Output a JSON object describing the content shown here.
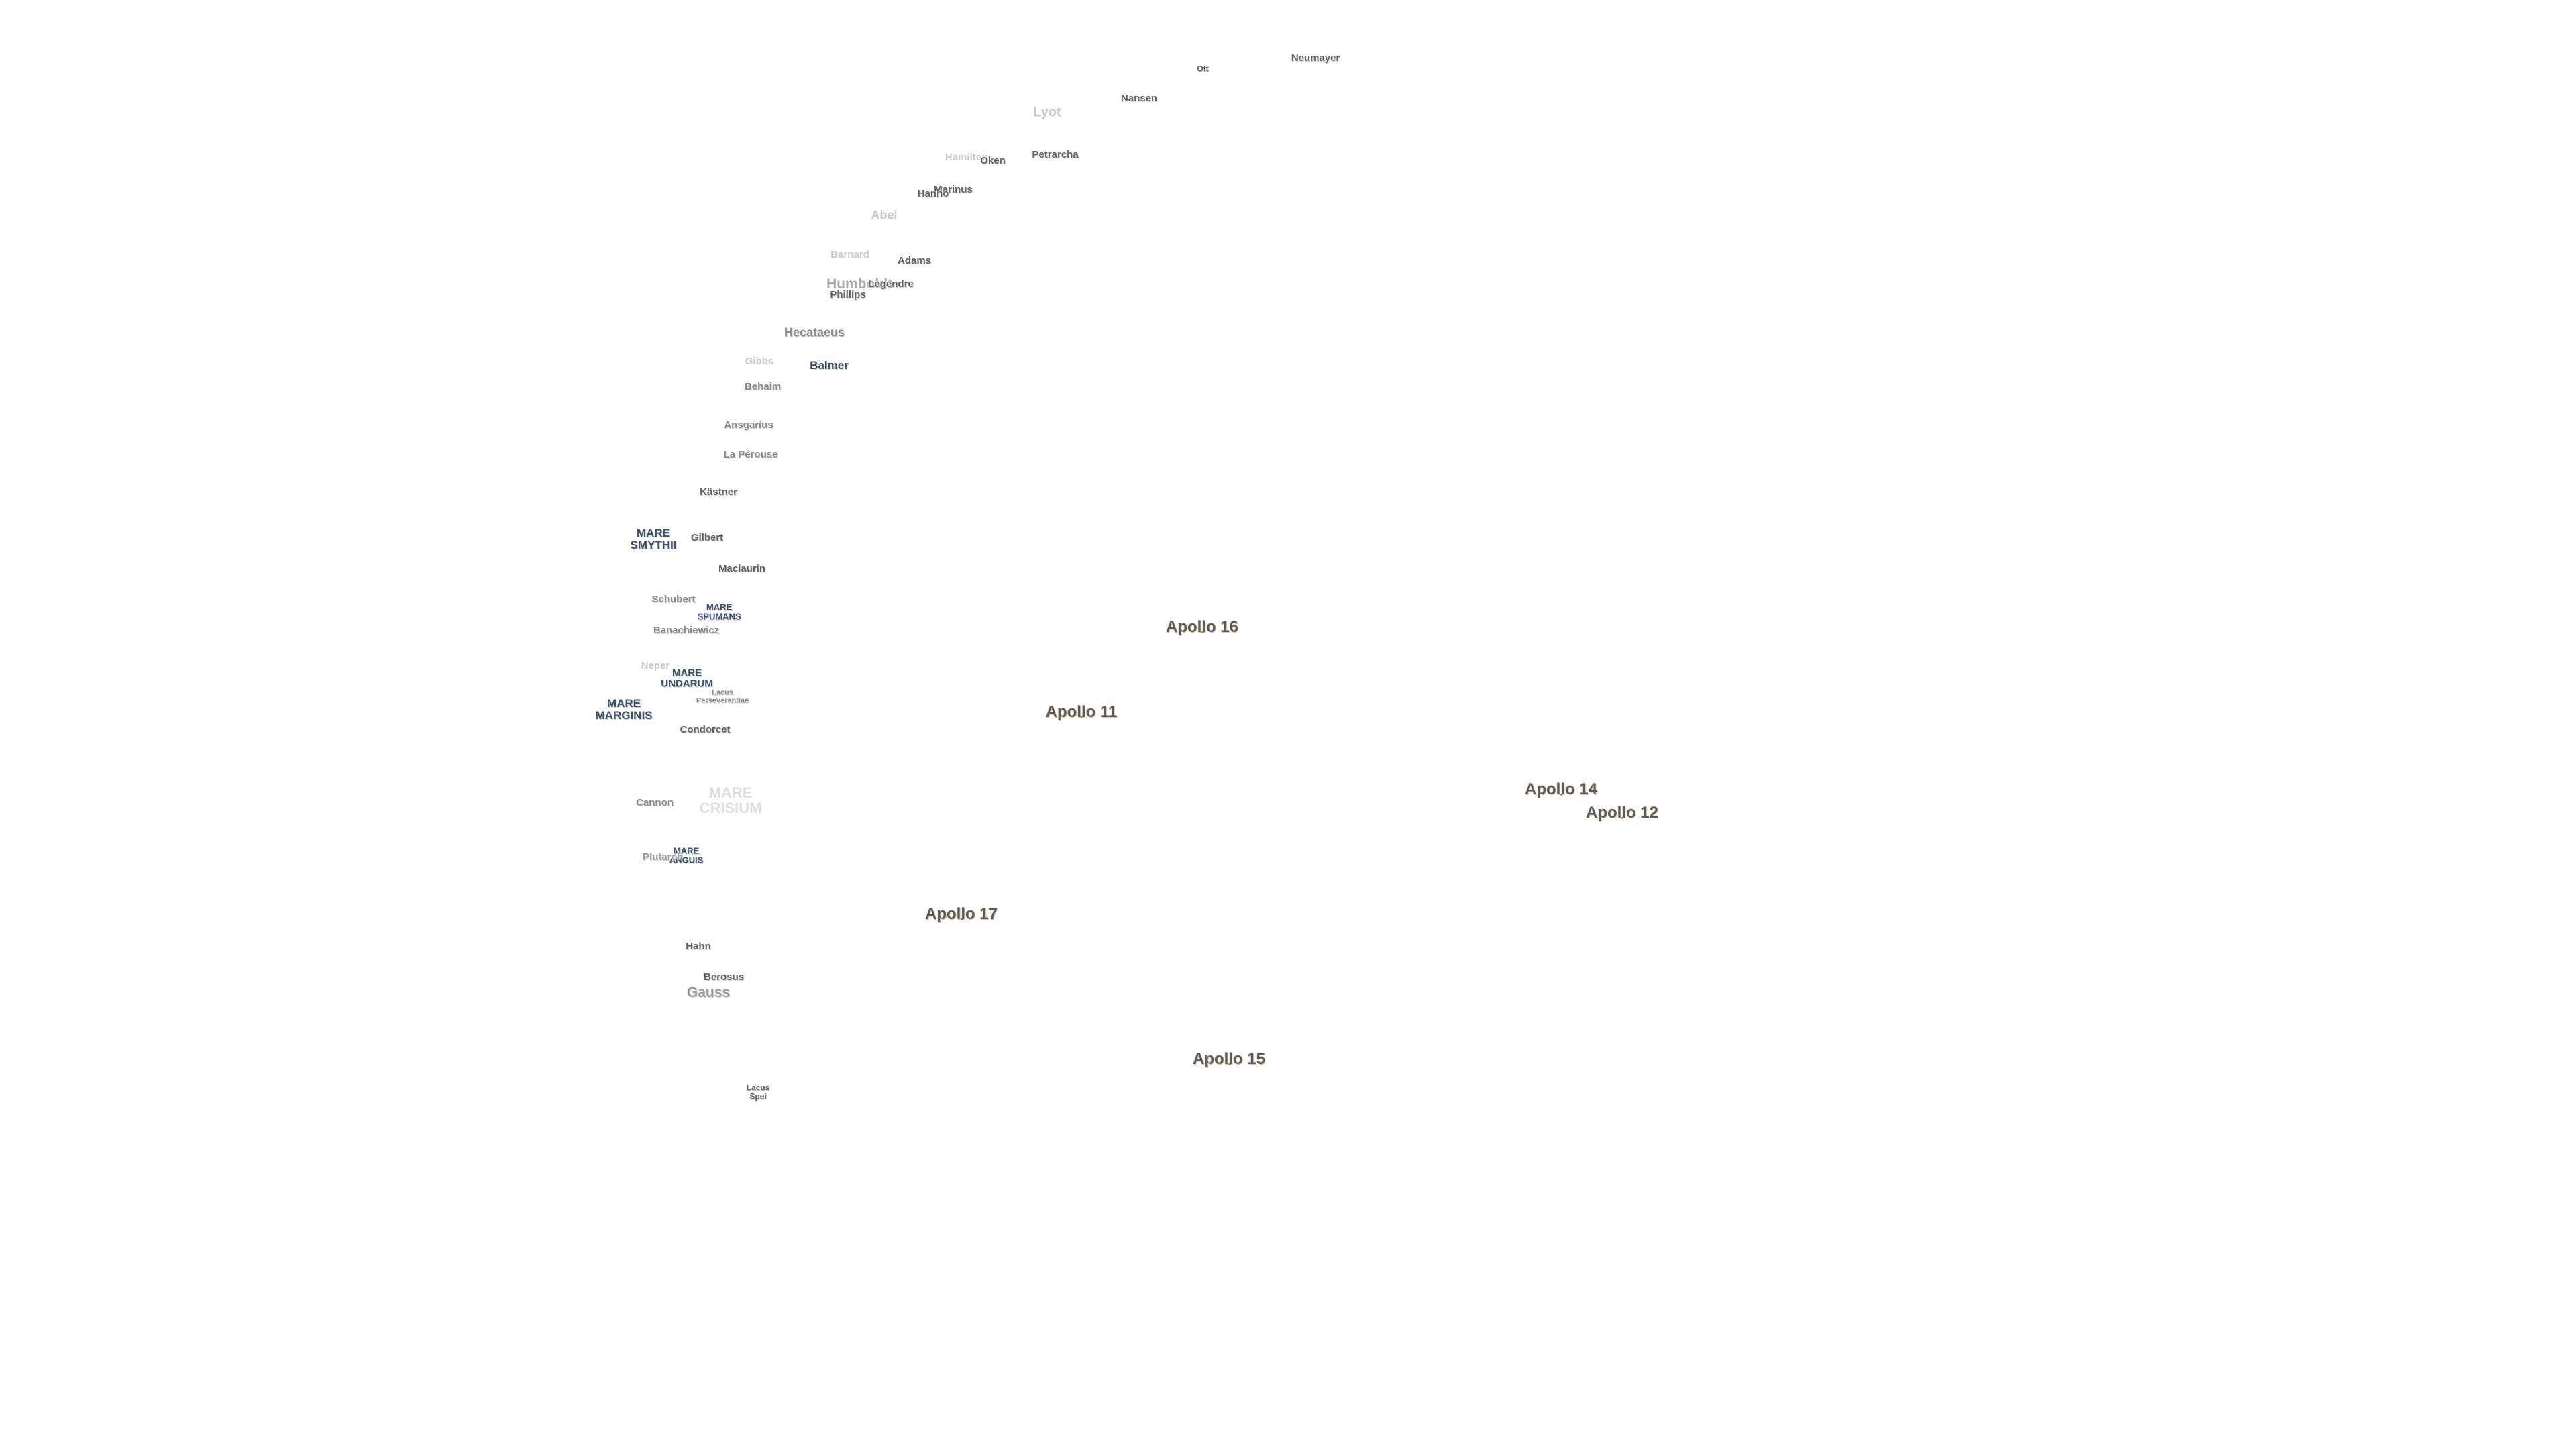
{
  "map": {
    "apollo_sites": [
      {
        "id": "apollo-16",
        "label": "Apollo 16"
      },
      {
        "id": "apollo-11",
        "label": "Apollo 11"
      },
      {
        "id": "apollo-14",
        "label": "Apollo 14"
      },
      {
        "id": "apollo-12",
        "label": "Apollo 12"
      },
      {
        "id": "apollo-17",
        "label": "Apollo 17"
      },
      {
        "id": "apollo-15",
        "label": "Apollo 15"
      }
    ],
    "maria": [
      {
        "id": "mare-smythii",
        "label": "MARE\nSMYTHII"
      },
      {
        "id": "mare-spumans",
        "label": "MARE\nSPUMANS"
      },
      {
        "id": "mare-undarum",
        "label": "MARE\nUNDARUM"
      },
      {
        "id": "mare-marginis",
        "label": "MARE\nMARGINIS"
      },
      {
        "id": "mare-crisium",
        "label": "MARE\nCRISIUM"
      },
      {
        "id": "mare-anguis",
        "label": "MARE\nANGUIS"
      }
    ],
    "craters": [
      {
        "id": "neumayer",
        "label": "Neumayer"
      },
      {
        "id": "ott",
        "label": "Ott"
      },
      {
        "id": "nansen",
        "label": "Nansen"
      },
      {
        "id": "lyot",
        "label": "Lyot"
      },
      {
        "id": "petrarcha",
        "label": "Petrarcha"
      },
      {
        "id": "hamilton",
        "label": "Hamilton"
      },
      {
        "id": "oken",
        "label": "Oken"
      },
      {
        "id": "marinus",
        "label": "Marinus"
      },
      {
        "id": "hanno",
        "label": "Hanno"
      },
      {
        "id": "abel",
        "label": "Abel"
      },
      {
        "id": "barnard",
        "label": "Barnard"
      },
      {
        "id": "adams",
        "label": "Adams"
      },
      {
        "id": "humboldt",
        "label": "Humboldt"
      },
      {
        "id": "legendre",
        "label": "Legendre"
      },
      {
        "id": "phillips",
        "label": "Phillips"
      },
      {
        "id": "hecataeus",
        "label": "Hecataeus"
      },
      {
        "id": "gibbs",
        "label": "Gibbs"
      },
      {
        "id": "balmer",
        "label": "Balmer"
      },
      {
        "id": "behaim",
        "label": "Behaim"
      },
      {
        "id": "ansgarius",
        "label": "Ansgarius"
      },
      {
        "id": "la-perouse",
        "label": "La Pérouse"
      },
      {
        "id": "kastner",
        "label": "Kästner"
      },
      {
        "id": "gilbert",
        "label": "Gilbert"
      },
      {
        "id": "maclaurin",
        "label": "Maclaurin"
      },
      {
        "id": "schubert",
        "label": "Schubert"
      },
      {
        "id": "banachiewicz",
        "label": "Banachiewicz"
      },
      {
        "id": "neper",
        "label": "Neper"
      },
      {
        "id": "lacus-perseverantiae",
        "label": "Lacus\nPerseverantiae"
      },
      {
        "id": "condorcet",
        "label": "Condorcet"
      },
      {
        "id": "cannon",
        "label": "Cannon"
      },
      {
        "id": "plutarch",
        "label": "Plutarch"
      },
      {
        "id": "hahn",
        "label": "Hahn"
      },
      {
        "id": "berosus",
        "label": "Berosus"
      },
      {
        "id": "gauss",
        "label": "Gauss"
      },
      {
        "id": "lacus-spei",
        "label": "Lacus\nSpei"
      }
    ]
  }
}
